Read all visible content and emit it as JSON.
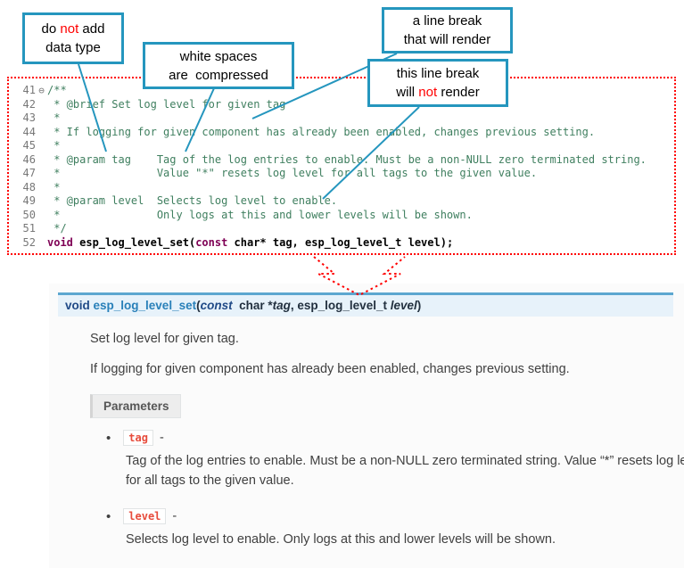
{
  "callouts": {
    "c1": {
      "pre": "do ",
      "red": "not",
      "post": " add",
      "line2": "data type"
    },
    "c2": {
      "line1": "white spaces",
      "line2": "are  compressed"
    },
    "c3": {
      "line1": "a line break",
      "line2": "that will render"
    },
    "c4": {
      "line1": "this line break",
      "pre": "will ",
      "red": "not",
      "post": " render"
    }
  },
  "code": {
    "lines": [
      {
        "n": "41",
        "f": "⊖",
        "t": "/**"
      },
      {
        "n": "42",
        "f": "",
        "t": " * @brief Set log level for given tag"
      },
      {
        "n": "43",
        "f": "",
        "t": " *"
      },
      {
        "n": "44",
        "f": "",
        "t": " * If logging for given component has already been enabled, changes previous setting."
      },
      {
        "n": "45",
        "f": "",
        "t": " *"
      },
      {
        "n": "46",
        "f": "",
        "t": " * @param tag    Tag of the log entries to enable. Must be a non-NULL zero terminated string."
      },
      {
        "n": "47",
        "f": "",
        "t": " *               Value \"*\" resets log level for all tags to the given value."
      },
      {
        "n": "48",
        "f": "",
        "t": " *"
      },
      {
        "n": "49",
        "f": "",
        "t": " * @param level  Selects log level to enable."
      },
      {
        "n": "50",
        "f": "",
        "t": " *               Only logs at this and lower levels will be shown."
      },
      {
        "n": "51",
        "f": "",
        "t": " */"
      }
    ],
    "decl": {
      "n": "52",
      "kw1": "void",
      "mid": " esp_log_level_set(",
      "kw2": "const",
      "tail": " char* tag, esp_log_level_t level);"
    }
  },
  "doc": {
    "signature": {
      "kw1": "void ",
      "name": "esp_log_level_set",
      "open": "(",
      "kw2": "const",
      "seg1": "  char *",
      "arg1": "tag",
      "sep": ", ",
      "type2": "esp_log_level_t ",
      "arg2": "level",
      "close": ")"
    },
    "p1": "Set log level for given tag.",
    "p2": "If logging for given component has already been enabled, changes previous setting.",
    "params_label": "Parameters",
    "bullet": "•",
    "items": [
      {
        "name": "tag",
        "dash": "-",
        "desc": "Tag of the log entries to enable. Must be a non-NULL zero terminated string. Value “*” resets log level for all tags to the given value."
      },
      {
        "name": "level",
        "dash": "-",
        "desc": "Selects log level to enable. Only logs at this and lower levels will be shown."
      }
    ]
  },
  "colors": {
    "callout_border": "#2596be",
    "annotation_red": "#ff0000",
    "code_comment": "#3f7f5f",
    "code_keyword": "#7f0055",
    "line_number": "#787878",
    "signature_accent": "#5ca7d0",
    "signature_bg": "#e7f2fa",
    "function_name_blue": "#2980b9",
    "param_chip_red": "#e74c3c"
  }
}
